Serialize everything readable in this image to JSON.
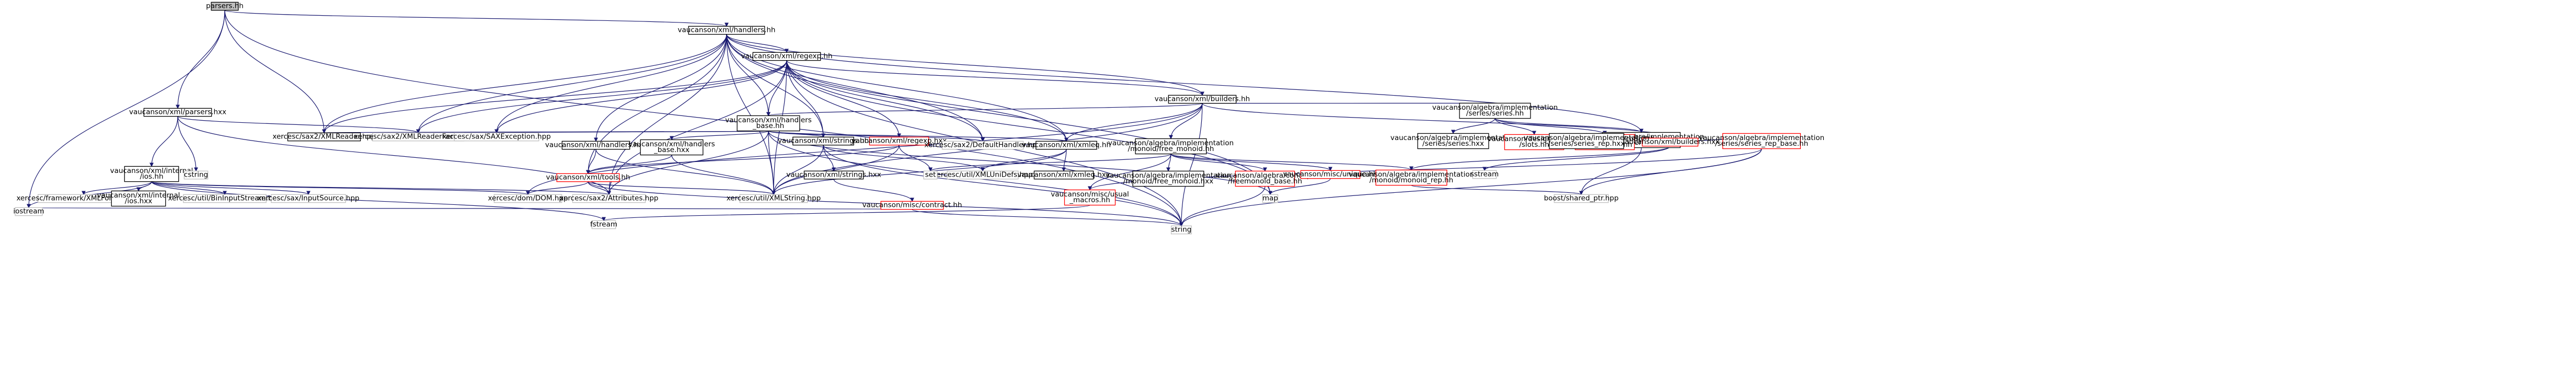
{
  "graph_title": "",
  "nodes": {
    "parsers_hh": "parsers.hh",
    "xml_handlers_hh": "vaucanson/xml/handlers.hh",
    "xml_regexp_hh": "vaucanson/xml/regexp.hh",
    "xml_builders_hh": "vaucanson/xml/builders.hh",
    "xml_parsers_hxx": "vaucanson/xml/parsers.hxx",
    "xml_handlers_base_hh": "vaucanson/xml/handlers\n_base.hh",
    "algebra_series_hh": "vaucanson/algebra/implementation\n/series/series.hh",
    "algebra_series_rep_hh": "vaucanson/algebra/implementation\n/series/series_rep.hh",
    "sax2_XMLReader": "xercesc/sax2/XMLReader.hpp",
    "sax2_XMLReaderFactory": "xercesc/sax2/XMLReaderFactory.hpp",
    "sax2_SAXException": "xercesc/sax/SAXException.hpp",
    "xml_handlers_hxx": "vaucanson/xml/handlers.hxx",
    "xml_handlers_base_hxx": "vaucanson/xml/handlers\n_base.hxx",
    "xml_strings_hh": "vaucanson/xml/strings.hh",
    "xml_regexp_hxx": "vaucanson/xml/regexp.hxx",
    "sax2_DefaultHandler": "xercesc/sax2/DefaultHandler.hpp",
    "xml_xmleq_hh": "vaucanson/xml/xmleq.hh",
    "free_monoid_hh": "vaucanson/algebra/implementation\n/monoid/free_monoid.hh",
    "series_hxx": "vaucanson/algebra/implementation\n/series/series.hxx",
    "design_pattern_slots": "vaucanson/design_pattern\n/slots.hh",
    "concept_series_base": "vaucanson/algebra/concept\n/series_base.hh",
    "xml_builders_hxx": "vaucanson/xml/builders.hxx",
    "series_rep_hxx": "vaucanson/algebra/implementation\n/series/series_rep.hxx",
    "series_rep_base_hh": "vaucanson/algebra/implementation\n/series/series_rep_base.hh",
    "xml_ios_hh": "vaucanson/xml/internal\n/ios.hh",
    "cstring": "cstring",
    "xml_tools_hh": "vaucanson/xml/tools.hh",
    "xml_strings_hxx": "vaucanson/xml/strings.hxx",
    "util_XMLUniDefs": "xercesc/util/XMLUniDefs.hpp",
    "set": "set",
    "xml_xmleq_hxx": "vaucanson/xml/xmleq.hxx",
    "free_monoid_hxx": "vaucanson/algebra/implementation\n/monoid/free_monoid.hxx",
    "concept_freemonoid_base": "vaucanson/algebra/concept\n/freemonoid_base.hh",
    "misc_unique": "vaucanson/misc/unique.hh",
    "monoid_rep": "vaucanson/algebra/implementation\n/monoid/monoid_rep.hh",
    "sstream": "sstream",
    "framework_XMLFormatter": "xercesc/framework/XMLFormatter.hpp",
    "xml_ios_hxx": "vaucanson/xml/internal\n/ios.hxx",
    "util_BinInputStream": "xercesc/util/BinInputStream.hpp",
    "sax_InputSource": "xercesc/sax/InputSource.hpp",
    "dom_DOM": "xercesc/dom/DOM.hpp",
    "sax2_Attributes": "xercesc/sax2/Attributes.hpp",
    "util_XMLString": "xercesc/util/XMLString.hpp",
    "misc_contract": "vaucanson/misc/contract.hh",
    "misc_usual_macros": "vaucanson/misc/usual\n_macros.hh",
    "map": "map",
    "boost_shared_ptr": "boost/shared_ptr.hpp",
    "iostream": "iostream",
    "fstream": "fstream",
    "string": "string"
  }
}
